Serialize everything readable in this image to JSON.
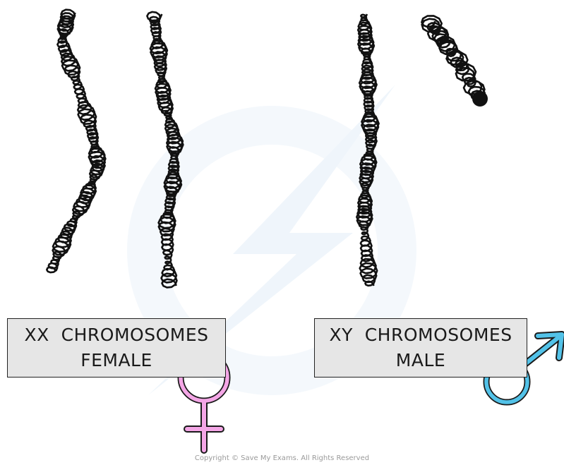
{
  "female_label": {
    "line1": "XX  CHROMOSOMES",
    "line2": "FEMALE"
  },
  "male_label": {
    "line1": "XY  CHROMOSOMES",
    "line2": "MALE"
  },
  "copyright": "Copyright © Save My Exams. All Rights Reserved",
  "colors": {
    "chromosome": "#111111",
    "female_symbol": "#f4a6e6",
    "male_symbol": "#52c2e8",
    "label_background": "#e6e6e6",
    "watermark": "#eef5fb"
  },
  "icons": [
    "female-symbol-icon",
    "male-symbol-icon",
    "watermark-logo-icon"
  ]
}
